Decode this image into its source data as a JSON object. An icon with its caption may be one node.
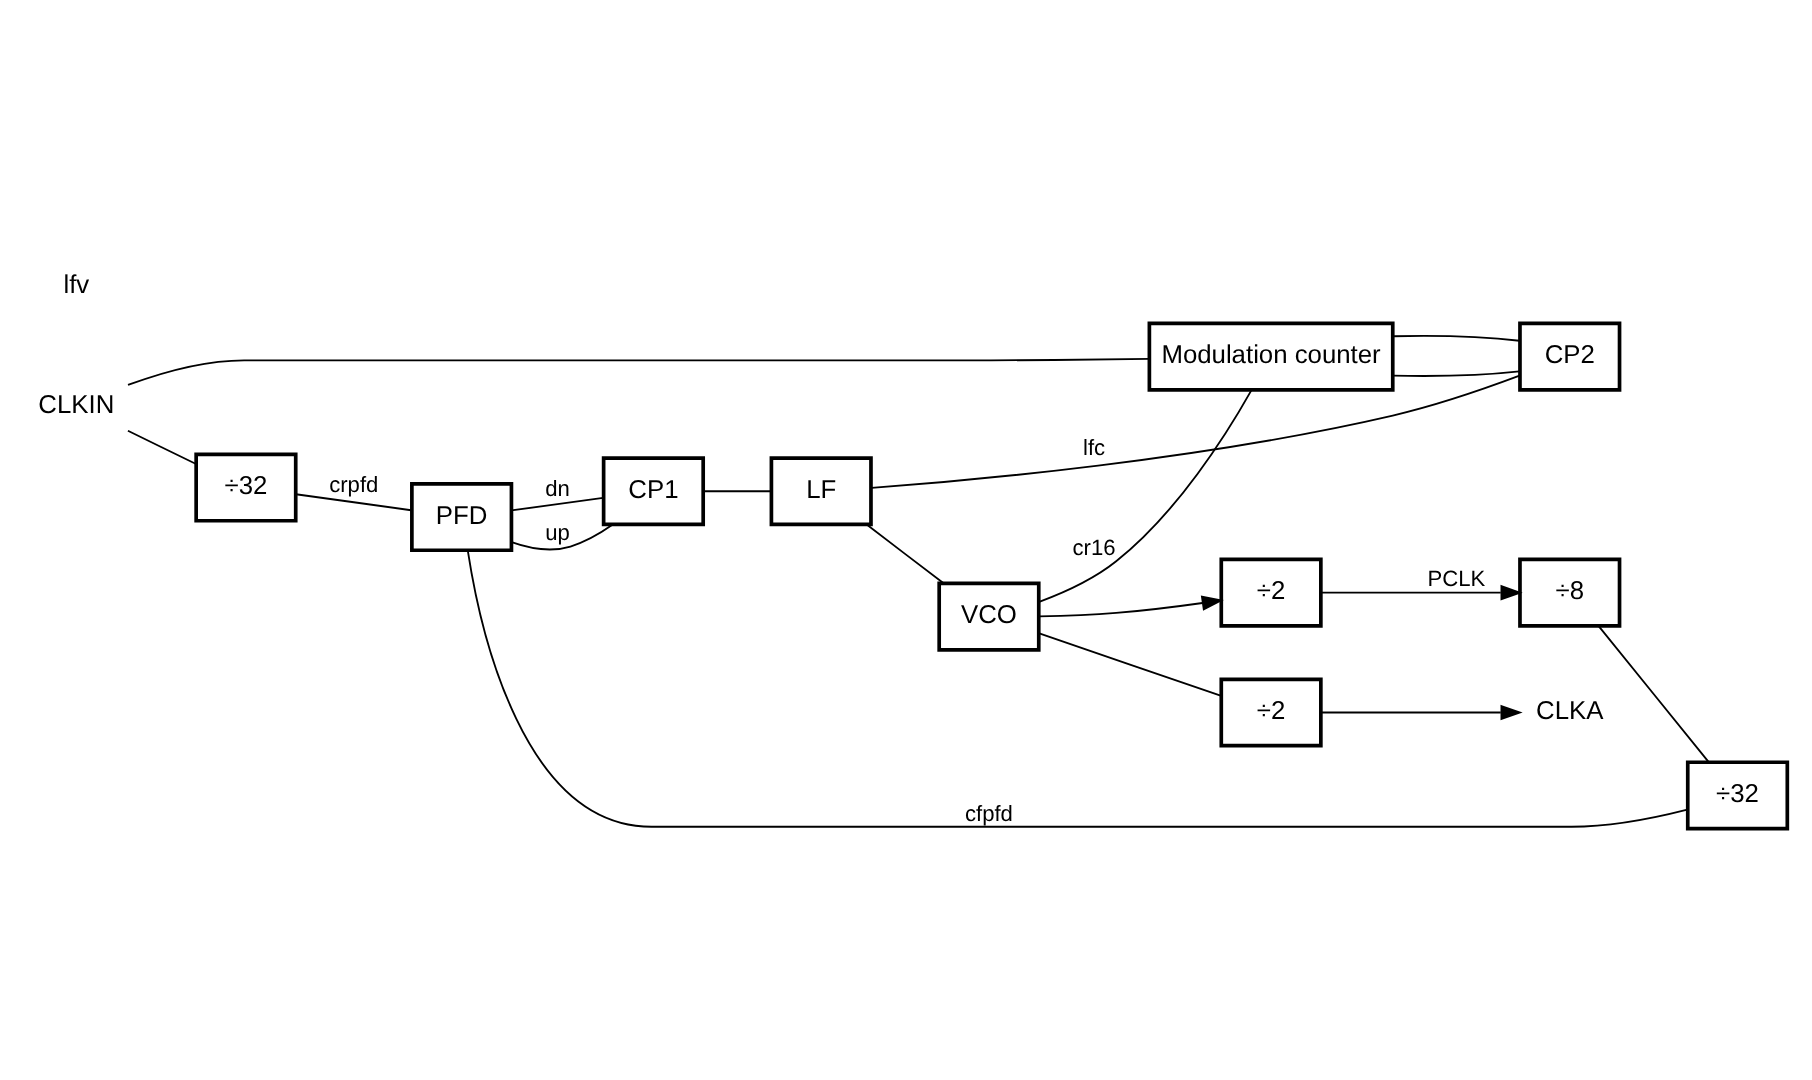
{
  "diagram": {
    "nodes": [
      {
        "text": [
          "CLKIN"
        ]
      },
      {
        "text": [
          "÷32"
        ]
      },
      {
        "text": [
          "÷32"
        ]
      },
      {
        "text": [
          "PFD"
        ]
      },
      {
        "text": [
          "CP1"
        ]
      },
      {
        "text": [
          "LF"
        ]
      },
      {
        "text": [
          "VCO"
        ]
      },
      {
        "text": [
          "÷2"
        ]
      },
      {
        "text": [
          "CLKA"
        ]
      },
      {
        "text": [
          "Modulation counter"
        ]
      },
      {
        "text": [
          "CP2"
        ]
      },
      {
        "text": [
          "÷8"
        ]
      },
      {
        "text": [
          "÷2"
        ]
      }
    ],
    "edges": [
      {
        "from": 0,
        "to": 1,
        "arrow": "none"
      },
      {
        "from": 0,
        "to": 9,
        "arrow": "none"
      },
      {
        "from": 1,
        "to": 3,
        "arrow": "none",
        "label": "crpfd"
      },
      {
        "from": 2,
        "to": 3,
        "arrow": "none",
        "label": "cfpfd"
      },
      {
        "from": 3,
        "to": 4,
        "arrow": "none",
        "label": "up"
      },
      {
        "from": 3,
        "to": 4,
        "arrow": "none",
        "label": "dn"
      },
      {
        "from": 4,
        "to": 5,
        "arrow": "none"
      },
      {
        "from": 5,
        "to": 6,
        "arrow": "none"
      },
      {
        "from": 6,
        "to": 7,
        "arrow": "none"
      },
      {
        "from": 7,
        "to": 8,
        "arrow": "to"
      },
      {
        "from": 9,
        "to": 10,
        "arrow": "none"
      },
      {
        "from": 9,
        "to": 10,
        "arrow": "none"
      },
      {
        "from": 10,
        "to": 5,
        "arrow": "none",
        "label": "lfc"
      },
      {
        "from": 6,
        "to": 9,
        "arrow": "none",
        "label": "cr16"
      },
      {
        "from": 6,
        "to": 12,
        "arrow": "to"
      },
      {
        "from": 12,
        "to": 11,
        "arrow": "to",
        "label": "PCLK"
      },
      {
        "from": 11,
        "to": 2,
        "arrow": "none"
      }
    ],
    "labels": [
      "lfv"
    ]
  }
}
